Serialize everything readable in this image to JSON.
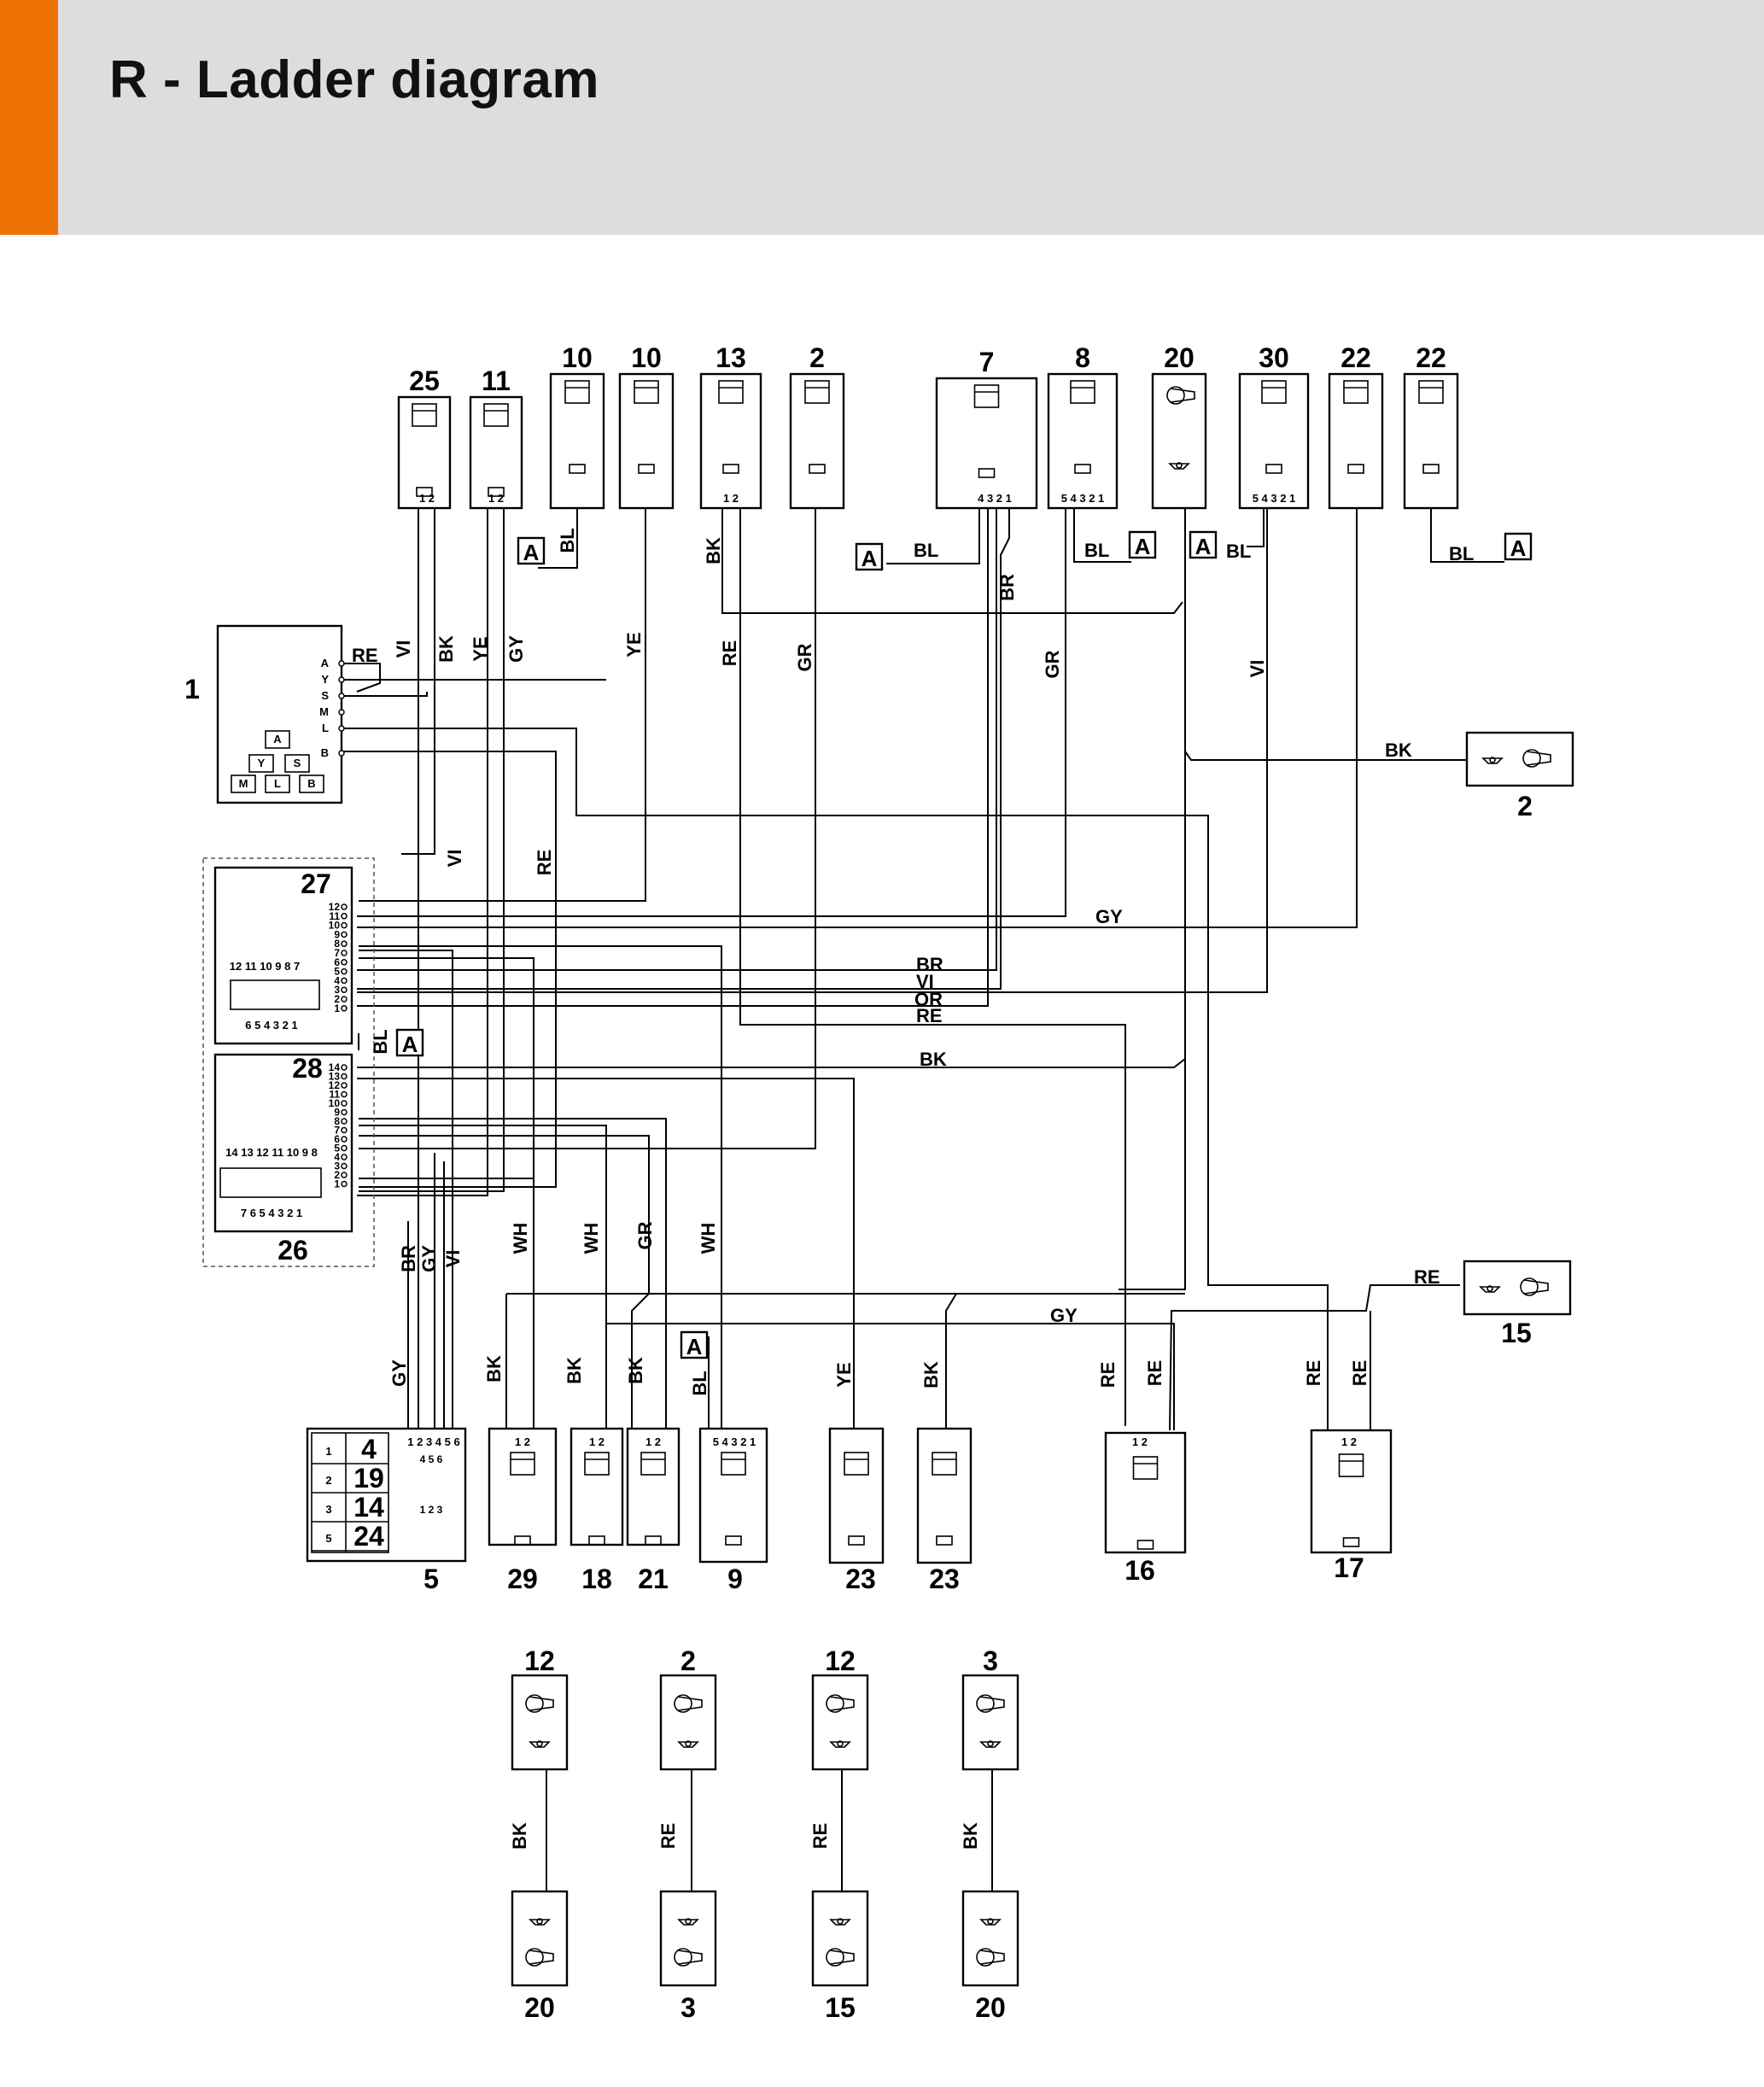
{
  "header": {
    "title": "R - Ladder diagram",
    "accent_color": "#ee7203",
    "background_color": "#dddddd"
  },
  "off_page_marker": "A",
  "colors": {
    "wire": "#000000",
    "background": "#ffffff"
  },
  "top_components": [
    "25",
    "11",
    "10",
    "10",
    "13",
    "2",
    "7",
    "8",
    "20",
    "30",
    "22",
    "22"
  ],
  "left_components": {
    "switch_1": {
      "number": "1",
      "pin_labels": [
        "A",
        "Y",
        "S",
        "M",
        "L",
        "B"
      ]
    },
    "connector_27": {
      "number": "27",
      "pins": [
        "12",
        "11",
        "10",
        "9",
        "8",
        "7",
        "6",
        "5",
        "4",
        "3",
        "2",
        "1"
      ],
      "grid_top": [
        "12",
        "11",
        "10",
        "9",
        "8",
        "7"
      ],
      "grid_bottom": [
        "6",
        "5",
        "4",
        "3",
        "2",
        "1"
      ]
    },
    "connector_28": {
      "number": "28",
      "pins": [
        "14",
        "13",
        "12",
        "11",
        "10",
        "9",
        "8",
        "7",
        "6",
        "5",
        "4",
        "3",
        "2",
        "1"
      ],
      "grid_top": [
        "14",
        "13",
        "12",
        "11",
        "10",
        "9",
        "8"
      ],
      "grid_bottom": [
        "7",
        "6",
        "5",
        "4",
        "3",
        "2",
        "1"
      ]
    },
    "dashed_group": "26"
  },
  "right_components": [
    "2",
    "15"
  ],
  "bottom_components": [
    "5",
    "29",
    "18",
    "21",
    "9",
    "23",
    "23",
    "16",
    "17"
  ],
  "component_5_table": [
    {
      "pin": "1",
      "ref": "4"
    },
    {
      "pin": "2",
      "ref": "19"
    },
    {
      "pin": "3",
      "ref": "14"
    },
    {
      "pin": "5",
      "ref": "24"
    }
  ],
  "bridges": [
    {
      "top": "12",
      "wire": "BK",
      "bottom": "20"
    },
    {
      "top": "2",
      "wire": "RE",
      "bottom": "3"
    },
    {
      "top": "12",
      "wire": "RE",
      "bottom": "15"
    },
    {
      "top": "3",
      "wire": "BK",
      "bottom": "20"
    }
  ],
  "wire_codes": {
    "BL": "BL",
    "BK": "BK",
    "BR": "BR",
    "GR": "GR",
    "GY": "GY",
    "OR": "OR",
    "RE": "RE",
    "VI": "VI",
    "WH": "WH",
    "YE": "YE"
  },
  "pin_numbers": {
    "p12": "1  2",
    "p54321": "5 4 3 2 1",
    "p4321": "4 3 2 1",
    "p123456": "1 2 3 4 5 6",
    "p456": "4  5  6",
    "p123": "1  2  3"
  }
}
